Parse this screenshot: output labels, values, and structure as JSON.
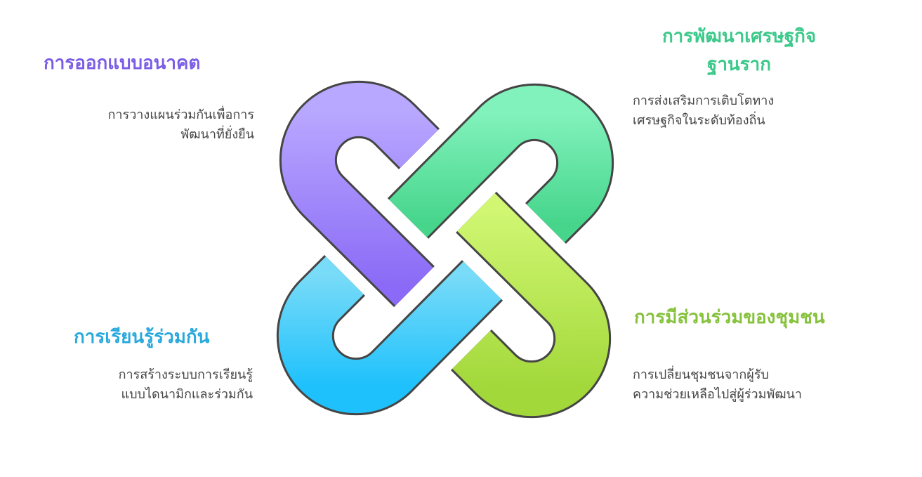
{
  "sections": [
    {
      "key": "future",
      "title_lines": [
        "การออกแบบอนาคต"
      ],
      "desc_lines": [
        "การวางแผนร่วมกันเพื่อการ",
        "พัฒนาที่ยั่งยืน"
      ],
      "color": "#7b5ce6",
      "grad": [
        "#b9a8ff",
        "#8a6af6"
      ]
    },
    {
      "key": "economy",
      "title_lines": [
        "การพัฒนาเศรษฐกิจ",
        "ฐานราก"
      ],
      "desc_lines": [
        "การส่งเสริมการเติบโตทาง",
        "เศรษฐกิจในระดับท้องถิ่น"
      ],
      "color": "#3cc98a",
      "grad": [
        "#82f2bc",
        "#46d58b"
      ]
    },
    {
      "key": "learning",
      "title_lines": [
        "การเรียนรู้ร่วมกัน"
      ],
      "desc_lines": [
        "การสร้างระบบการเรียนรู้",
        "แบบไดนามิกและร่วมกัน"
      ],
      "color": "#29a9dc",
      "grad": [
        "#78dbf8",
        "#1ec1fc"
      ]
    },
    {
      "key": "community",
      "title_lines": [
        "การมีส่วนร่วมของชุมชน"
      ],
      "desc_lines": [
        "การเปลี่ยนชุมชนจากผู้รับ",
        "ความช่วยเหลือไปสู่ผู้ร่วมพัฒนา"
      ],
      "color": "#86c23c",
      "grad": [
        "#d0f672",
        "#a2d83a"
      ]
    }
  ],
  "outline_color": "#454545"
}
